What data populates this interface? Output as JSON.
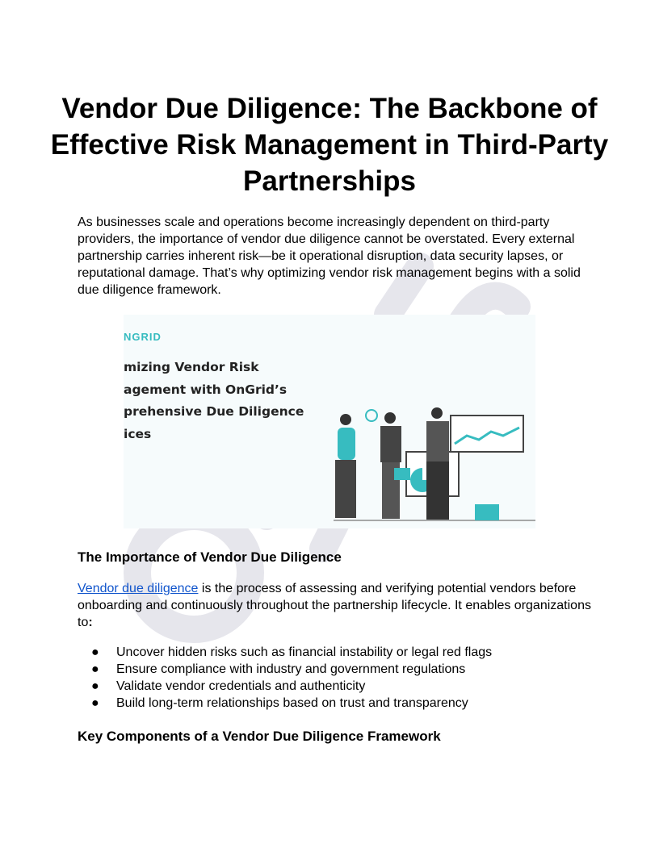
{
  "title": "Vendor Due Diligence: The Backbone of Effective Risk Management in Third-Party Partnerships",
  "intro": "As businesses scale and operations become increasingly dependent on third-party providers, the importance of vendor due diligence cannot be overstated. Every external partnership carries inherent risk—be it operational disruption, data security lapses, or reputational damage. That’s why optimizing vendor risk management begins with a solid due diligence framework.",
  "hero": {
    "logo": "NGRID",
    "lines": [
      "mizing Vendor Risk",
      "agement with OnGrid’s",
      "prehensive Due Diligence",
      "ices"
    ],
    "accent": "#37bcc0"
  },
  "section1": {
    "heading": "The Importance of Vendor Due Diligence",
    "link_text": "Vendor due diligence",
    "body": " is the process of assessing and verifying potential vendors before onboarding and continuously throughout the partnership lifecycle. It enables organizations to",
    "colon": ":",
    "bullets": [
      "Uncover hidden risks such as financial instability or legal red flags",
      "Ensure compliance with industry and government regulations",
      "Validate vendor credentials and authenticity",
      "Build long-term relationships based on trust and transparency"
    ]
  },
  "section2": {
    "heading": "Key Components of a Vendor Due Diligence Framework"
  },
  "watermark": "OnGrid"
}
